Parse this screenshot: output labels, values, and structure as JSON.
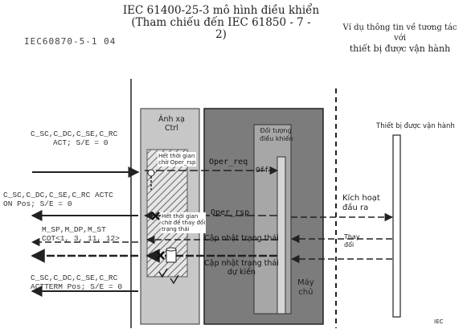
{
  "header": {
    "title_line1": "IEC 61400-25-3 mô hình điều khiển",
    "title_line2": "(Tham chiếu đến IEC 61850 - 7 -",
    "title_line3": "2)",
    "left_label": "IEC60870-5-1 04",
    "right_line1": "Ví dụ thông tin về tương tác với",
    "right_line2": "thiết bị được vận hành"
  },
  "blocks": {
    "mapping_label_1": "Ánh xạ",
    "mapping_label_2": "Ctrl",
    "object_label_1": "Đối tượng",
    "object_label_2": "điều khiển",
    "device_label": "Thiết bị được vận hành",
    "server_label_1": "Máy",
    "server_label_2": "chủ"
  },
  "signals": {
    "s1_line1": "C_SC,C_DC,C_SE,C_RC",
    "s1_line2": "ACT; S/E = 0",
    "s2_line1": "C_SC,C_DC,C_SE,C_RC ACTC",
    "s2_line2": "ON Pos; S/E = 0",
    "s3_line1": "M_SP,M_DP,M_ST",
    "s3_line2": "COT<1, 3, 11, 12>",
    "s4_line1": "C_SC,C_DC,C_SE,C_RC",
    "s4_line2": "ACTTERM Pos; S/E = 0"
  },
  "notes": {
    "timeout_1a": "Hết thời gian",
    "timeout_1b": "chờ Oper_rsp",
    "timeout_2a": "Hết thời gian",
    "timeout_2b": "chờ để thay đổi",
    "timeout_2c": "trạng thái"
  },
  "messages": {
    "oper_req": "Oper_req",
    "off_label": "Off",
    "oper_rsp": "Oper_rsp",
    "update_status": "Cập nhật trạng thái",
    "update_expected_1": "Cập nhật trạng thái",
    "update_expected_2": "dự kiến",
    "activate_1": "Kích hoạt",
    "activate_2": "đầu ra",
    "change": "Thay",
    "change_2": "đổi"
  },
  "footer": {
    "source": "IEC"
  }
}
